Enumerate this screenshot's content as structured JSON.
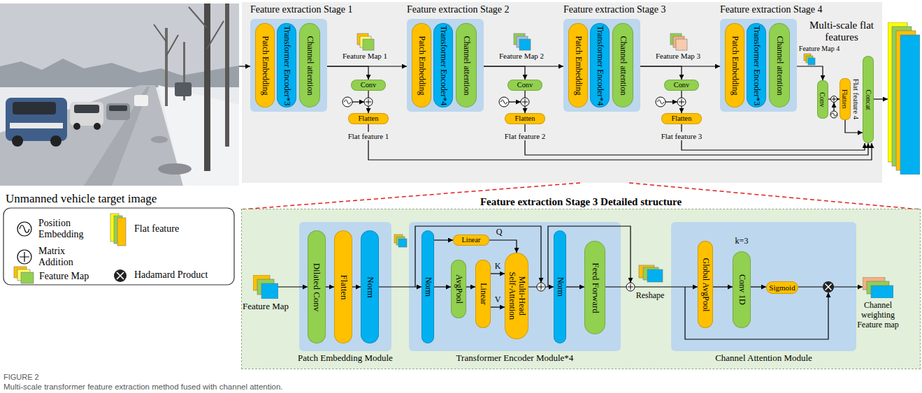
{
  "diagram": {
    "caption": "Multi-scale transformer feature extraction method fused with channel attention.",
    "nodes": [
      {
        "text": [
          "Unmanned vehicle target image"
        ]
      },
      {
        "text": [
          "Feature extraction Stage 1"
        ]
      },
      {
        "text": [
          "Patch Embedding"
        ],
        "in": 1
      },
      {
        "text": [
          "Transformer Encoder*3"
        ],
        "in": 1
      },
      {
        "text": [
          "Channel attention"
        ],
        "in": 1
      },
      {
        "text": [
          "Conv"
        ]
      },
      {
        "text": [
          "Flatten"
        ]
      },
      {
        "text": [
          "Feature extraction Stage 2"
        ]
      },
      {
        "text": [
          "Patch Embedding"
        ],
        "in": 7
      },
      {
        "text": [
          "Transformer Encoder*4"
        ],
        "in": 7
      },
      {
        "text": [
          "Channel attention"
        ],
        "in": 7
      },
      {
        "text": [
          "Conv"
        ]
      },
      {
        "text": [
          "Flatten"
        ]
      },
      {
        "text": [
          "Feature extraction Stage 3"
        ]
      },
      {
        "text": [
          "Patch Embedding"
        ],
        "in": 13
      },
      {
        "text": [
          "Transformer Encoder*4"
        ],
        "in": 13
      },
      {
        "text": [
          "Channel attention"
        ],
        "in": 13
      },
      {
        "text": [
          "Conv"
        ]
      },
      {
        "text": [
          "Flatten"
        ]
      },
      {
        "text": [
          "Feature extraction Stage 4"
        ]
      },
      {
        "text": [
          "Patch Embedding"
        ],
        "in": 19
      },
      {
        "text": [
          "Transformer Encoder*3"
        ],
        "in": 19
      },
      {
        "text": [
          "Channel attention"
        ],
        "in": 19
      },
      {
        "text": [
          "Conv"
        ]
      },
      {
        "text": [
          "Flatten"
        ]
      },
      {
        "text": [
          "Concat"
        ]
      },
      {
        "text": [
          "Multi-scale flat features"
        ]
      },
      {
        "text": [
          "Feature extraction Stage 3 Detailed structure"
        ]
      },
      {
        "text": [
          "Feature Map"
        ],
        "in": 27
      },
      {
        "text": [
          "Patch Embedding Module"
        ],
        "in": 27
      },
      {
        "text": [
          "Dilated Conv"
        ],
        "in": 29
      },
      {
        "text": [
          "Flatten"
        ],
        "in": 29
      },
      {
        "text": [
          "Norm"
        ],
        "in": 29
      },
      {
        "text": [
          "Transformer Encoder Module*4"
        ],
        "in": 27
      },
      {
        "text": [
          "Norm"
        ],
        "in": 33
      },
      {
        "text": [
          "Linear"
        ],
        "in": 33
      },
      {
        "text": [
          "AvgPool"
        ],
        "in": 33
      },
      {
        "text": [
          "Linear"
        ],
        "in": 33
      },
      {
        "text": [
          "Multi-Head Self-Attention"
        ],
        "in": 33
      },
      {
        "text": [
          "Norm"
        ],
        "in": 33
      },
      {
        "text": [
          "Feed Forward"
        ],
        "in": 33
      },
      {
        "text": [
          "Channel Attention Module"
        ],
        "in": 27
      },
      {
        "text": [
          "Global AvgPool"
        ],
        "in": 41
      },
      {
        "text": [
          "Conv 1D"
        ],
        "in": 41
      },
      {
        "text": [
          "Sigmoid"
        ],
        "in": 41
      },
      {
        "text": [
          "Channel weighting Feature map"
        ],
        "in": 27
      }
    ],
    "edges": [
      {
        "from": 0,
        "to": 1,
        "arrow": "to"
      },
      {
        "from": 1,
        "to": 7,
        "arrow": "to"
      },
      {
        "from": 1,
        "to": 5,
        "arrow": "to"
      },
      {
        "from": 5,
        "to": 6,
        "arrow": "to"
      },
      {
        "from": 6,
        "to": 25,
        "label": "Flat feature 1",
        "arrow": "to"
      },
      {
        "from": 7,
        "to": 13,
        "arrow": "to"
      },
      {
        "from": 7,
        "to": 11,
        "arrow": "to"
      },
      {
        "from": 11,
        "to": 12,
        "arrow": "to"
      },
      {
        "from": 12,
        "to": 25,
        "label": "Flat feature 2",
        "arrow": "to"
      },
      {
        "from": 13,
        "to": 19,
        "arrow": "to"
      },
      {
        "from": 13,
        "to": 17,
        "arrow": "to"
      },
      {
        "from": 17,
        "to": 18,
        "arrow": "to"
      },
      {
        "from": 18,
        "to": 25,
        "label": "Flat feature 3",
        "arrow": "to"
      },
      {
        "from": 19,
        "to": 23,
        "arrow": "to"
      },
      {
        "from": 23,
        "to": 24,
        "arrow": "to"
      },
      {
        "from": 24,
        "to": 25,
        "label": "Flat feature 4",
        "arrow": "to"
      },
      {
        "from": 25,
        "to": 26,
        "arrow": "to"
      },
      {
        "from": 28,
        "to": 30,
        "arrow": "to"
      },
      {
        "from": 30,
        "to": 31,
        "arrow": "to"
      },
      {
        "from": 31,
        "to": 32,
        "arrow": "to"
      },
      {
        "from": 32,
        "to": 34,
        "arrow": "to"
      },
      {
        "from": 34,
        "to": 35,
        "arrow": "to"
      },
      {
        "from": 34,
        "to": 36,
        "arrow": "to"
      },
      {
        "from": 36,
        "to": 37,
        "arrow": "to"
      },
      {
        "from": 35,
        "to": 38,
        "label": "Q",
        "arrow": "to"
      },
      {
        "from": 37,
        "to": 38,
        "label": "K",
        "arrow": "to"
      },
      {
        "from": 37,
        "to": 38,
        "label": "V",
        "arrow": "to"
      },
      {
        "from": 38,
        "to": 39,
        "arrow": "to"
      },
      {
        "from": 39,
        "to": 40,
        "arrow": "to"
      },
      {
        "from": 40,
        "to": 42,
        "label": "Reshape",
        "arrow": "to"
      },
      {
        "from": 42,
        "to": 43,
        "arrow": "to"
      },
      {
        "from": 43,
        "to": 44,
        "arrow": "to"
      },
      {
        "from": 44,
        "to": 45,
        "arrow": "to"
      }
    ],
    "labels": [
      "Feature Map 1",
      "Feature Map 2",
      "Feature Map 3",
      "Feature Map 4",
      "k=3",
      "FIGURE 2"
    ],
    "legend": [
      {
        "text": "Position Embedding"
      },
      {
        "text": "Matrix Addition"
      },
      {
        "text": "Feature Map"
      },
      {
        "text": "Flat feature"
      },
      {
        "text": "Hadamard Product"
      }
    ]
  }
}
